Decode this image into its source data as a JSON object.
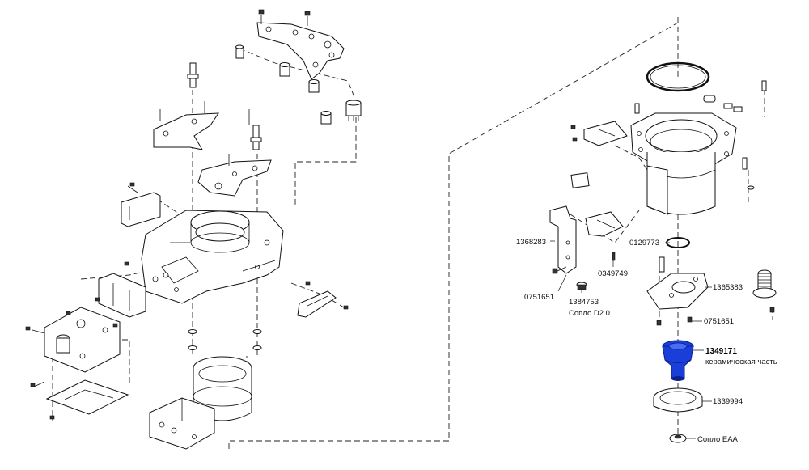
{
  "labels": {
    "p1368283": "1368283",
    "p0751651_left": "0751651",
    "p1384753": "1384753",
    "nozzle_d20": "Сопло D2.0",
    "p0349749": "0349749",
    "p0129773": "0129773",
    "p1365383": "1365383",
    "p0751651_right": "0751651",
    "p1349171": "1349171",
    "ceramic_part": "керамическая часть",
    "p1339994": "1339994",
    "nozzle_eaa": "Сопло EAA"
  },
  "colors": {
    "highlight": "#1a3fd9",
    "highlight_dark": "#0c1f8f",
    "line": "#111111"
  }
}
